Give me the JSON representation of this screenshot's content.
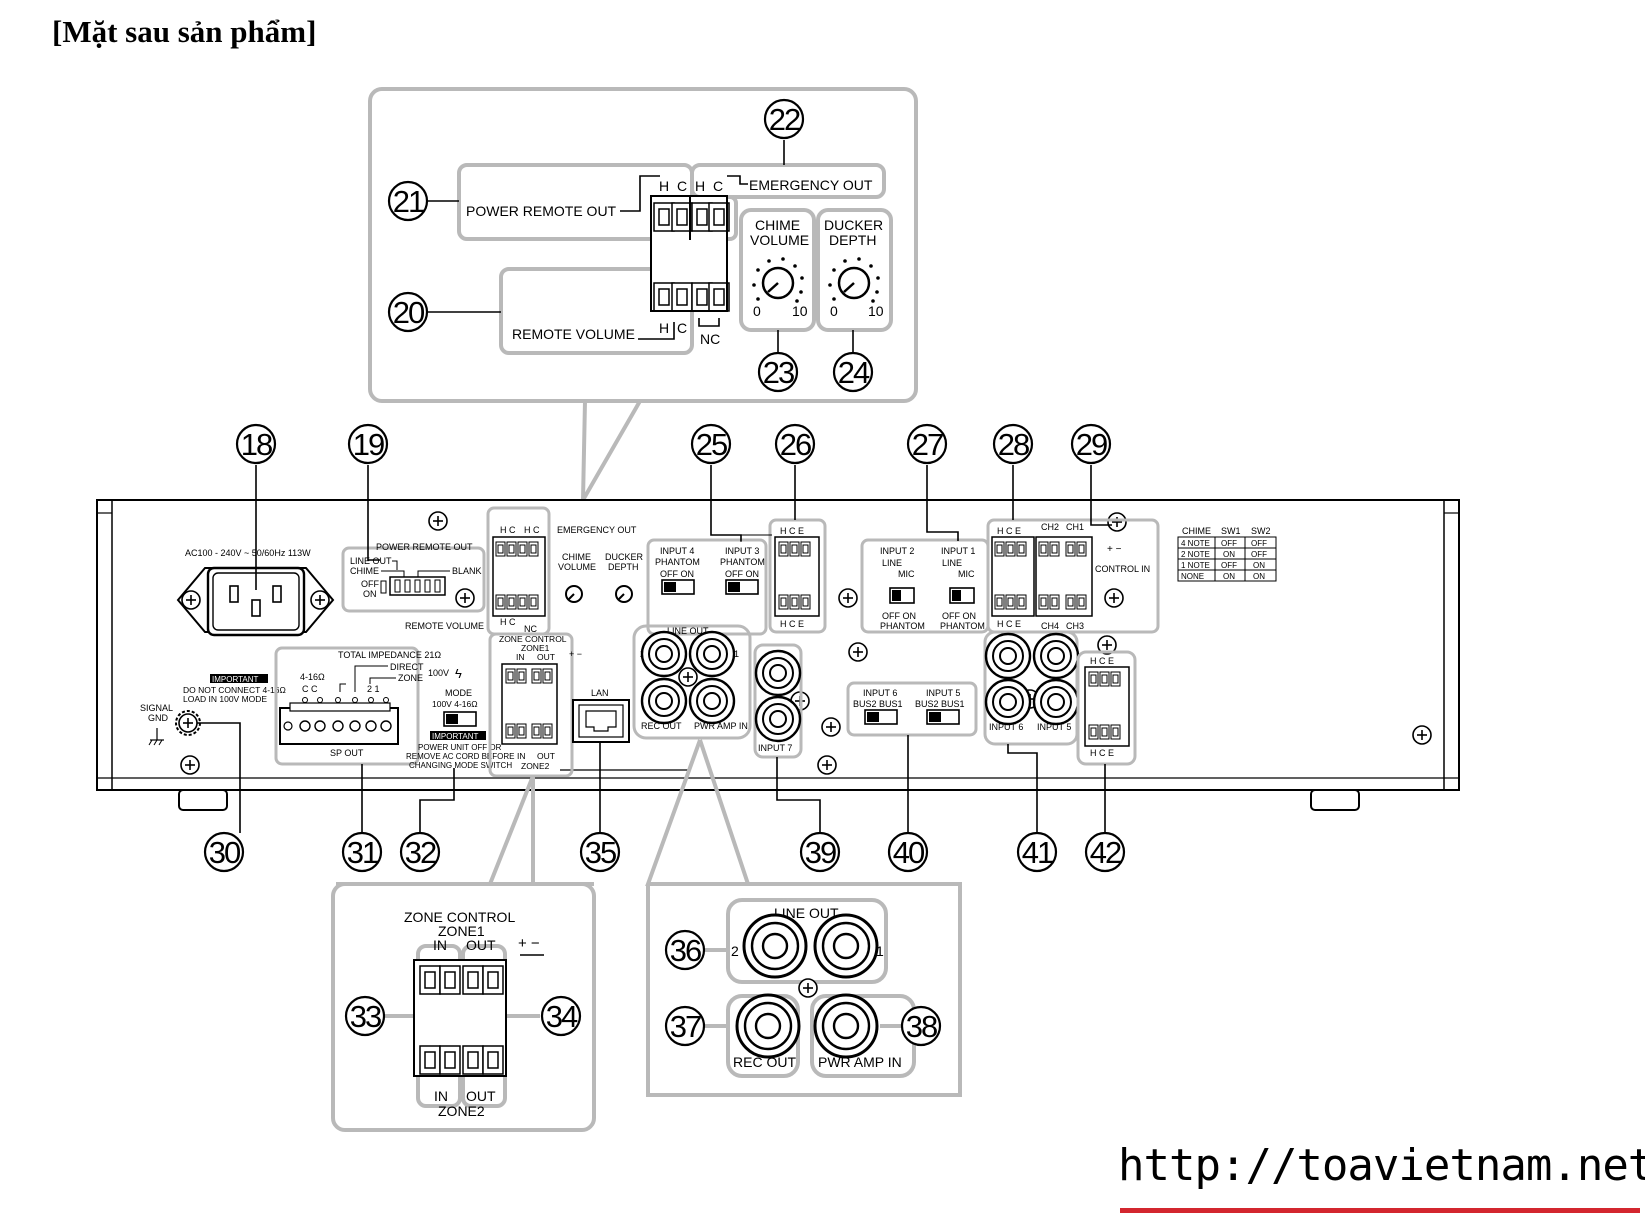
{
  "title": "[Mặt sau sản phẩm]",
  "url": "http://toavietnam.net",
  "callouts": [
    "18",
    "19",
    "20",
    "21",
    "22",
    "23",
    "24",
    "25",
    "26",
    "27",
    "28",
    "29",
    "30",
    "31",
    "32",
    "33",
    "34",
    "35",
    "36",
    "37",
    "38",
    "39",
    "40",
    "41",
    "42"
  ],
  "top_zoom": {
    "power_remote_out": "POWER REMOTE OUT",
    "emergency_out": "EMERGENCY OUT",
    "remote_volume": "REMOTE VOLUME",
    "h": "H",
    "c": "C",
    "nc": "NC",
    "chime_volume_1": "CHIME",
    "chime_volume_2": "VOLUME",
    "ducker_depth_1": "DUCKER",
    "ducker_depth_2": "DEPTH",
    "scale_min": "0",
    "scale_max": "10"
  },
  "panel": {
    "ac": "AC100 - 240V ~ 50/60Hz  113W",
    "line_out": "LINE OUT",
    "chime": "CHIME",
    "blank": "BLANK",
    "off": "OFF",
    "on": "ON",
    "power_remote_out": "POWER REMOTE OUT",
    "emergency_out": "EMERGENCY OUT",
    "remote_volume": "REMOTE VOLUME",
    "hc": "H C",
    "hce": "H C E",
    "nc": "NC",
    "chime_volume_1": "CHIME",
    "chime_volume_2": "VOLUME",
    "ducker_depth_1": "DUCKER",
    "ducker_depth_2": "DEPTH",
    "input4_1": "INPUT 4",
    "input4_2": "PHANTOM",
    "input4_3": "OFF ON",
    "input3_1": "INPUT 3",
    "input3_2": "PHANTOM",
    "input3_3": "OFF ON",
    "input2": "INPUT 2",
    "input1": "INPUT 1",
    "line": "LINE",
    "mic": "MIC",
    "off_on": "OFF  ON",
    "phantom": "PHANTOM",
    "ch2": "CH2",
    "ch1": "CH1",
    "ch4": "CH4",
    "ch3": "CH3",
    "control_in": "CONTROL IN",
    "plus_minus": "+ −",
    "table_headers": [
      "CHIME",
      "SW1",
      "SW2"
    ],
    "table_rows": [
      [
        "4 NOTE",
        "OFF",
        "OFF"
      ],
      [
        "2 NOTE",
        "ON",
        "OFF"
      ],
      [
        "1 NOTE",
        "OFF",
        "ON"
      ],
      [
        "NONE",
        "ON",
        "ON"
      ]
    ],
    "signal_gnd_1": "SIGNAL",
    "signal_gnd_2": "GND",
    "important": "IMPORTANT",
    "important_text_1": "DO NOT CONNECT 4-16Ω",
    "important_text_2": "LOAD IN 100V MODE",
    "total_impedance": "TOTAL IMPEDANCE 21Ω",
    "v100": "100V",
    "direct": "DIRECT",
    "zone": "ZONE",
    "imp416": "4-16Ω",
    "cc": "C  C",
    "two_one": "2  1",
    "sp_out": "SP OUT",
    "mode": "MODE",
    "mode_opts": "100V   4-16Ω",
    "mode_text_1": "POWER UNIT OFF OR",
    "mode_text_2": "REMOVE AC CORD BEFORE",
    "mode_text_3": "CHANGING MODE SWITCH",
    "zone_control": "ZONE CONTROL",
    "zone1": "ZONE1",
    "zone2": "ZONE2",
    "in": "IN",
    "out": "OUT",
    "lan": "LAN",
    "line_out_rca": "LINE OUT",
    "rec_out": "REC OUT",
    "pwr_amp_in": "PWR AMP IN",
    "n2": "2",
    "n1": "1",
    "input7": "INPUT 7",
    "input6": "INPUT 6",
    "input5": "INPUT 5",
    "bus2_bus1": "BUS2  BUS1"
  },
  "bottom_left_zoom": {
    "zone_control": "ZONE CONTROL",
    "zone1": "ZONE1",
    "zone2": "ZONE2",
    "in": "IN",
    "out": "OUT",
    "plus_minus": "+ −"
  },
  "bottom_right_zoom": {
    "line_out": "LINE OUT",
    "n2": "2",
    "n1": "1",
    "rec_out": "REC OUT",
    "pwr_amp_in": "PWR AMP IN"
  },
  "colors": {
    "zoom_frame": "#b9b9b9",
    "ink": "#000000",
    "url_underline": "#d3262f"
  }
}
